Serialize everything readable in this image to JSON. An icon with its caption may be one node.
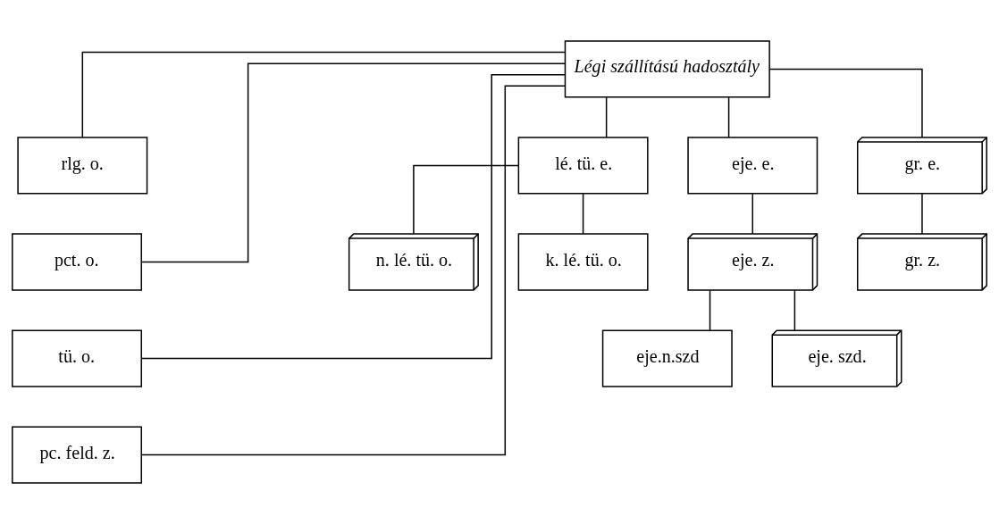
{
  "diagram": {
    "nodes": [
      {
        "text": [
          "Légi szállítású hadosztály"
        ]
      },
      {
        "text": [
          "rlg. o."
        ]
      },
      {
        "text": [
          "pct. o."
        ]
      },
      {
        "text": [
          "tü. o."
        ]
      },
      {
        "text": [
          "pc. feld. z."
        ]
      },
      {
        "text": [
          "lé. tü. e."
        ]
      },
      {
        "text": [
          "n. lé. tü. o."
        ]
      },
      {
        "text": [
          "k. lé. tü. o."
        ]
      },
      {
        "text": [
          "eje. e."
        ]
      },
      {
        "text": [
          "eje. z."
        ]
      },
      {
        "text": [
          "eje.n.szd"
        ]
      },
      {
        "text": [
          "eje. szd."
        ]
      },
      {
        "text": [
          "gr. e."
        ]
      },
      {
        "text": [
          "gr. z."
        ]
      }
    ],
    "edges": [
      {
        "from": 0,
        "to": 1,
        "arrow": "none"
      },
      {
        "from": 0,
        "to": 2,
        "arrow": "none"
      },
      {
        "from": 0,
        "to": 3,
        "arrow": "none"
      },
      {
        "from": 0,
        "to": 4,
        "arrow": "none"
      },
      {
        "from": 0,
        "to": 5,
        "arrow": "none"
      },
      {
        "from": 0,
        "to": 8,
        "arrow": "none"
      },
      {
        "from": 0,
        "to": 12,
        "arrow": "none"
      },
      {
        "from": 5,
        "to": 6,
        "arrow": "none"
      },
      {
        "from": 5,
        "to": 7,
        "arrow": "none"
      },
      {
        "from": 8,
        "to": 9,
        "arrow": "none"
      },
      {
        "from": 9,
        "to": 10,
        "arrow": "none"
      },
      {
        "from": 9,
        "to": 11,
        "arrow": "none"
      },
      {
        "from": 12,
        "to": 13,
        "arrow": "none"
      }
    ]
  }
}
